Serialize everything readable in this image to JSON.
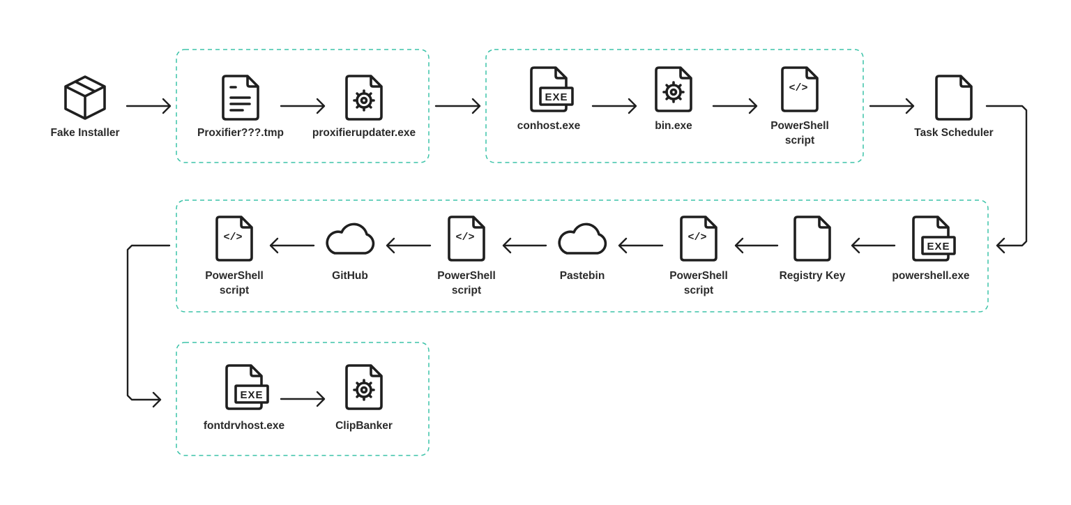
{
  "diagram": {
    "colors": {
      "group_border": "#3cc3a8",
      "stroke": "#1f1f1f",
      "text": "#2a2a2a"
    },
    "nodes": [
      {
        "id": "fake-installer",
        "label": [
          "Fake Installer"
        ],
        "icon": "package-box-icon"
      },
      {
        "id": "proxifier-tmp",
        "label": [
          "Proxifier???.tmp"
        ],
        "icon": "text-document-icon"
      },
      {
        "id": "proxifierupdater",
        "label": [
          "proxifierupdater.exe"
        ],
        "icon": "gear-file-icon"
      },
      {
        "id": "conhost",
        "label": [
          "conhost.exe"
        ],
        "icon": "exe-file-icon",
        "badge": "EXE"
      },
      {
        "id": "bin",
        "label": [
          "bin.exe"
        ],
        "icon": "gear-file-icon"
      },
      {
        "id": "ps-script-1",
        "label": [
          "PowerShell",
          "script"
        ],
        "icon": "code-file-icon",
        "badge": "</>"
      },
      {
        "id": "task-scheduler",
        "label": [
          "Task Scheduler"
        ],
        "icon": "blank-file-icon"
      },
      {
        "id": "powershell-exe",
        "label": [
          "powershell.exe"
        ],
        "icon": "exe-file-icon",
        "badge": "EXE"
      },
      {
        "id": "registry-key",
        "label": [
          "Registry Key"
        ],
        "icon": "blank-file-icon"
      },
      {
        "id": "ps-script-2",
        "label": [
          "PowerShell",
          "script"
        ],
        "icon": "code-file-icon",
        "badge": "</>"
      },
      {
        "id": "pastebin",
        "label": [
          "Pastebin"
        ],
        "icon": "cloud-icon"
      },
      {
        "id": "ps-script-3",
        "label": [
          "PowerShell",
          "script"
        ],
        "icon": "code-file-icon",
        "badge": "</>"
      },
      {
        "id": "github",
        "label": [
          "GitHub"
        ],
        "icon": "cloud-icon"
      },
      {
        "id": "ps-script-4",
        "label": [
          "PowerShell",
          "script"
        ],
        "icon": "code-file-icon",
        "badge": "</>"
      },
      {
        "id": "fontdrvhost",
        "label": [
          "fontdrvhost.exe"
        ],
        "icon": "exe-file-icon",
        "badge": "EXE"
      },
      {
        "id": "clipbanker",
        "label": [
          "ClipBanker"
        ],
        "icon": "gear-file-icon"
      }
    ],
    "edges": [
      [
        "fake-installer",
        "proxifier-tmp"
      ],
      [
        "proxifier-tmp",
        "proxifierupdater"
      ],
      [
        "proxifierupdater",
        "conhost"
      ],
      [
        "conhost",
        "bin"
      ],
      [
        "bin",
        "ps-script-1"
      ],
      [
        "ps-script-1",
        "task-scheduler"
      ],
      [
        "task-scheduler",
        "powershell-exe"
      ],
      [
        "powershell-exe",
        "registry-key"
      ],
      [
        "registry-key",
        "ps-script-2"
      ],
      [
        "ps-script-2",
        "pastebin"
      ],
      [
        "pastebin",
        "ps-script-3"
      ],
      [
        "ps-script-3",
        "github"
      ],
      [
        "github",
        "ps-script-4"
      ],
      [
        "ps-script-4",
        "fontdrvhost"
      ],
      [
        "fontdrvhost",
        "clipbanker"
      ]
    ],
    "groups": [
      [
        "proxifier-tmp",
        "proxifierupdater"
      ],
      [
        "conhost",
        "bin",
        "ps-script-1"
      ],
      [
        "powershell-exe",
        "registry-key",
        "ps-script-2",
        "pastebin",
        "ps-script-3",
        "github",
        "ps-script-4"
      ],
      [
        "fontdrvhost",
        "clipbanker"
      ]
    ]
  }
}
